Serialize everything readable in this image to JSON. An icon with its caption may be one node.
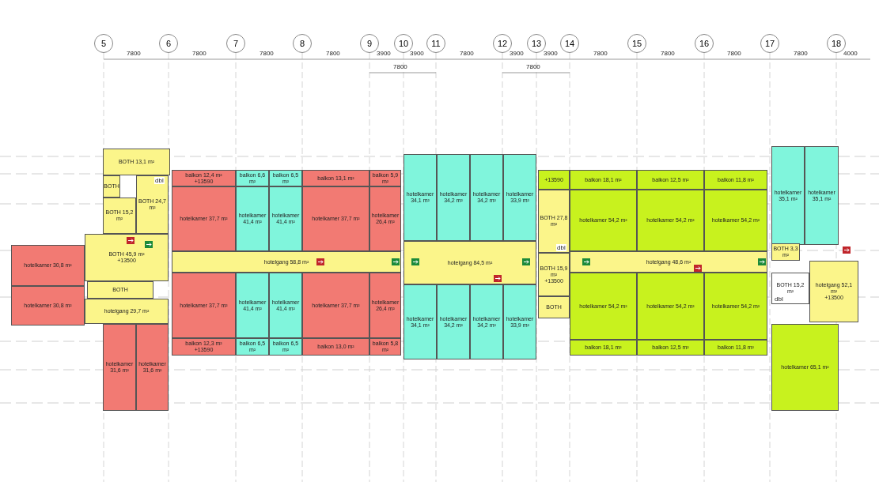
{
  "diagram": {
    "nodes": [
      {
        "text": [
          "BOTH 13,1 m²"
        ]
      },
      {
        "text": [
          "BOTH"
        ]
      },
      {
        "text": [
          "BOTH 24,7 m²"
        ]
      },
      {
        "text": [
          "BOTH 15,2 m²"
        ]
      },
      {
        "text": [
          "BOTH 45,9 m²",
          "+13500"
        ]
      },
      {
        "text": [
          "hotelkamer 30,8 m²"
        ]
      },
      {
        "text": [
          "hotelkamer 30,8 m²"
        ]
      },
      {
        "text": [
          "BOTH"
        ]
      },
      {
        "text": [
          "hotelgang 29,7 m²"
        ]
      },
      {
        "text": [
          "hotelkamer 31,6 m²"
        ]
      },
      {
        "text": [
          "hotelkamer 31,6 m²"
        ]
      },
      {
        "text": [
          "balkon 12,4 m²",
          "+13590"
        ]
      },
      {
        "text": [
          "balkon 6,6 m²"
        ]
      },
      {
        "text": [
          "balkon 6,5 m²"
        ]
      },
      {
        "text": [
          "balkon 13,1 m²"
        ]
      },
      {
        "text": [
          "balkon 5,9 m²"
        ]
      },
      {
        "text": [
          "hotelkamer 37,7 m²"
        ]
      },
      {
        "text": [
          "hotelkamer 41,4 m²"
        ]
      },
      {
        "text": [
          "hotelkamer 41,4 m²"
        ]
      },
      {
        "text": [
          "hotelkamer 37,7 m²"
        ]
      },
      {
        "text": [
          "hotelkamer 26,4 m²"
        ]
      },
      {
        "text": [
          "hotelgang 58,8 m²"
        ]
      },
      {
        "text": [
          "hotelkamer 37,7 m²"
        ]
      },
      {
        "text": [
          "hotelkamer 41,4 m²"
        ]
      },
      {
        "text": [
          "hotelkamer 41,4 m²"
        ]
      },
      {
        "text": [
          "hotelkamer 37,7 m²"
        ]
      },
      {
        "text": [
          "hotelkamer 26,4 m²"
        ]
      },
      {
        "text": [
          "balkon 12,3 m²",
          "+13590"
        ]
      },
      {
        "text": [
          "balkon 6,5 m²"
        ]
      },
      {
        "text": [
          "balkon 6,5 m²"
        ]
      },
      {
        "text": [
          "balkon 13,0 m²"
        ]
      },
      {
        "text": [
          "balkon 5,8 m²"
        ]
      },
      {
        "text": [
          "hotelkamer 34,1 m²"
        ]
      },
      {
        "text": [
          "hotelkamer 34,2 m²"
        ]
      },
      {
        "text": [
          "hotelkamer 34,2 m²"
        ]
      },
      {
        "text": [
          "hotelkamer 33,9 m²"
        ]
      },
      {
        "text": [
          "hotelgang 84,5 m²"
        ]
      },
      {
        "text": [
          "hotelkamer 34,1 m²"
        ]
      },
      {
        "text": [
          "hotelkamer 34,2 m²"
        ]
      },
      {
        "text": [
          "hotelkamer 34,2 m²"
        ]
      },
      {
        "text": [
          "hotelkamer 33,9 m²"
        ]
      },
      {
        "text": [
          "+13590"
        ]
      },
      {
        "text": [
          "balkon 18,1 m²"
        ]
      },
      {
        "text": [
          "balkon 12,5 m²"
        ]
      },
      {
        "text": [
          "balkon 11,8 m²"
        ]
      },
      {
        "text": [
          "BOTH 27,8 m²"
        ]
      },
      {
        "text": [
          "hotelkamer 54,2 m²"
        ]
      },
      {
        "text": [
          "hotelkamer 54,2 m²"
        ]
      },
      {
        "text": [
          "hotelkamer 54,2 m²"
        ]
      },
      {
        "text": [
          "BOTH 15,9 m²",
          "+13500"
        ]
      },
      {
        "text": [
          "hotelgang 48,6 m²"
        ]
      },
      {
        "text": [
          "BOTH"
        ]
      },
      {
        "text": [
          "hotelkamer 54,2 m²"
        ]
      },
      {
        "text": [
          "hotelkamer 54,2 m²"
        ]
      },
      {
        "text": [
          "hotelkamer 54,2 m²"
        ]
      },
      {
        "text": [
          "balkon 18,1 m²"
        ]
      },
      {
        "text": [
          "balkon 12,5 m²"
        ]
      },
      {
        "text": [
          "balkon 11,8 m²"
        ]
      },
      {
        "text": [
          "hotelkamer 35,1 m²"
        ]
      },
      {
        "text": [
          "hotelkamer 35,1 m²"
        ]
      },
      {
        "text": [
          "BOTH 3,3 m²"
        ]
      },
      {
        "text": [
          "hotelgang 52,1 m²",
          "+13500"
        ]
      },
      {
        "text": [
          "BOTH 15,2 m²"
        ]
      },
      {
        "text": [
          "hotelkamer 65,1 m²"
        ]
      }
    ],
    "labels": [
      "5",
      "6",
      "7",
      "8",
      "9",
      "10",
      "11",
      "12",
      "13",
      "14",
      "15",
      "16",
      "17",
      "18",
      "7800",
      "7800",
      "7800",
      "7800",
      "3900",
      "3900",
      "7800",
      "3900",
      "3900",
      "7800",
      "7800",
      "7800",
      "7800",
      "4000",
      "7800",
      "7800",
      "dbl",
      "dbl",
      "dbl"
    ]
  }
}
